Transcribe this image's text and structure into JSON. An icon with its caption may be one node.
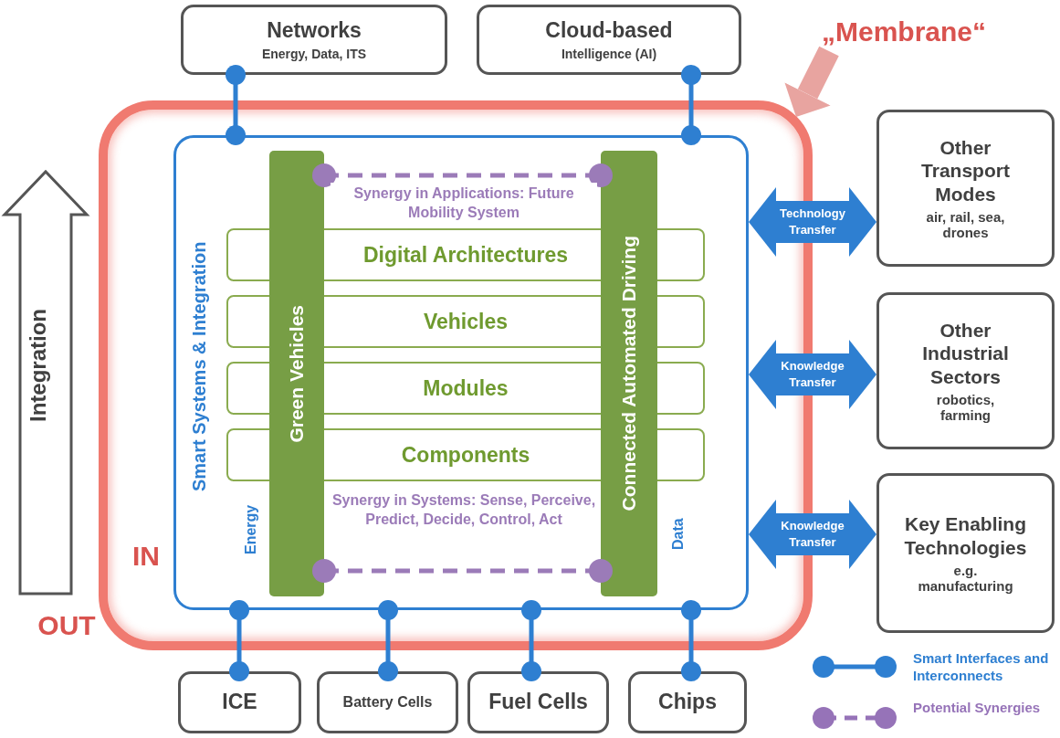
{
  "diagram": {
    "nodes": [
      {
        "text": [
          "Networks",
          "Energy, Data, ITS"
        ]
      },
      {
        "text": [
          "Cloud-based",
          "Intelligence (AI)"
        ]
      },
      {
        "text": [
          "„Membrane“"
        ]
      },
      {
        "text": [],
        "shape": "band"
      },
      {
        "text": [
          "Smart Systems & Integration"
        ],
        "in": 3
      },
      {
        "text": [
          "Green Vehicles"
        ],
        "in": 4
      },
      {
        "text": [
          "Connected Automated Driving"
        ],
        "in": 4
      },
      {
        "text": [
          "Digital Architectures"
        ],
        "in": 4
      },
      {
        "text": [
          "Vehicles"
        ],
        "in": 4
      },
      {
        "text": [
          "Modules"
        ],
        "in": 4
      },
      {
        "text": [
          "Components"
        ],
        "in": 4
      },
      {
        "text": [
          "Other Transport Modes",
          "air, rail, sea, drones"
        ]
      },
      {
        "text": [
          "Other Industrial Sectors",
          "robotics, farming"
        ]
      },
      {
        "text": [
          "Key Enabling Technologies",
          "e.g. manufacturing"
        ]
      },
      {
        "text": [
          "ICE"
        ]
      },
      {
        "text": [
          "Battery Cells"
        ]
      },
      {
        "text": [
          "Fuel Cells"
        ]
      },
      {
        "text": [
          "Chips"
        ]
      }
    ],
    "edges": [
      {
        "from": 2,
        "to": 3,
        "arrow": "to",
        "style": "thick",
        "color": "#e8a4a0"
      },
      {
        "from": 0,
        "to": 4,
        "arrow": "other"
      },
      {
        "from": 1,
        "to": 4,
        "arrow": "other"
      },
      {
        "from": 5,
        "to": 6,
        "arrow": "other",
        "label": "Synergy in Applications: Future Mobility System",
        "style": "dashed",
        "color": "#9b7bb8"
      },
      {
        "from": 5,
        "to": 6,
        "arrow": "other",
        "label": "Synergy in Systems: Sense, Perceive, Predict, Decide, Control, Act",
        "style": "dashed",
        "color": "#9b7bb8"
      },
      {
        "from": 4,
        "to": 11,
        "arrow": "both",
        "label": "Technology Transfer",
        "style": "thick"
      },
      {
        "from": 4,
        "to": 12,
        "arrow": "both",
        "label": "Knowledge Transfer",
        "style": "thick"
      },
      {
        "from": 4,
        "to": 13,
        "arrow": "both",
        "label": "Knowledge Transfer",
        "style": "thick"
      },
      {
        "from": 4,
        "to": 14,
        "arrow": "other"
      },
      {
        "from": 4,
        "to": 15,
        "arrow": "other"
      },
      {
        "from": 4,
        "to": 16,
        "arrow": "other"
      },
      {
        "from": 4,
        "to": 17,
        "arrow": "other"
      }
    ],
    "labels": [
      "Integration",
      "IN",
      "OUT",
      "Energy",
      "Data"
    ],
    "legend": [
      {
        "text": "Smart Interfaces and Interconnects"
      },
      {
        "text": "Potential Synergies"
      }
    ]
  }
}
